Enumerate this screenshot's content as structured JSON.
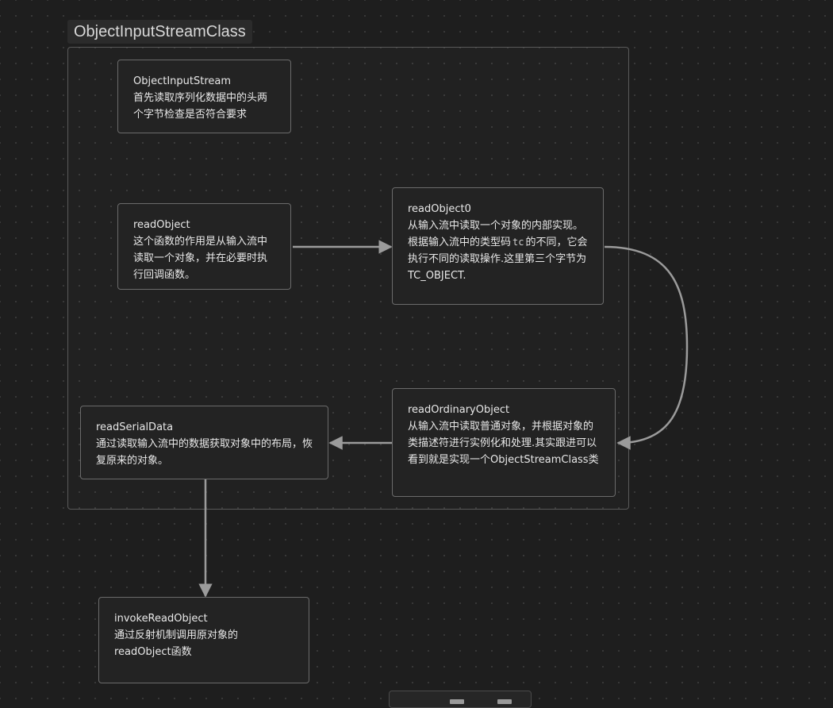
{
  "group": {
    "label": "ObjectInputStreamClass"
  },
  "nodes": {
    "ois": {
      "title": "ObjectInputStream",
      "desc": "首先读取序列化数据中的头两个字节检查是否符合要求"
    },
    "read_object": {
      "title": "readObject",
      "desc": "这个函数的作用是从输入流中读取一个对象，并在必要时执行回调函数。"
    },
    "read_object0": {
      "title": "readObject0",
      "desc_before": "从输入流中读取一个对象的内部实现。根据输入流中的类型码",
      "code": "tc",
      "desc_after": "的不同，它会执行不同的读取操作.这里第三个字节为TC_OBJECT."
    },
    "read_ordinary": {
      "title": "readOrdinaryObject",
      "desc": "从输入流中读取普通对象，并根据对象的类描述符进行实例化和处理.其实跟进可以看到就是实现一个ObjectStreamClass类"
    },
    "read_serial": {
      "title": "readSerialData",
      "desc": "通过读取输入流中的数据获取对象中的布局，恢复原来的对象。"
    },
    "invoke_read": {
      "title": "invokeReadObject",
      "desc": "通过反射机制调用原对象的readObject函数"
    }
  },
  "edges": [
    {
      "from": "read_object",
      "to": "read_object0"
    },
    {
      "from": "read_object0",
      "to": "read_ordinary"
    },
    {
      "from": "read_ordinary",
      "to": "read_serial"
    },
    {
      "from": "read_serial",
      "to": "invoke_read"
    }
  ],
  "colors": {
    "edge": "#9b9b9b",
    "node_border": "#6b6b6b",
    "canvas": "#1e1e1e"
  }
}
